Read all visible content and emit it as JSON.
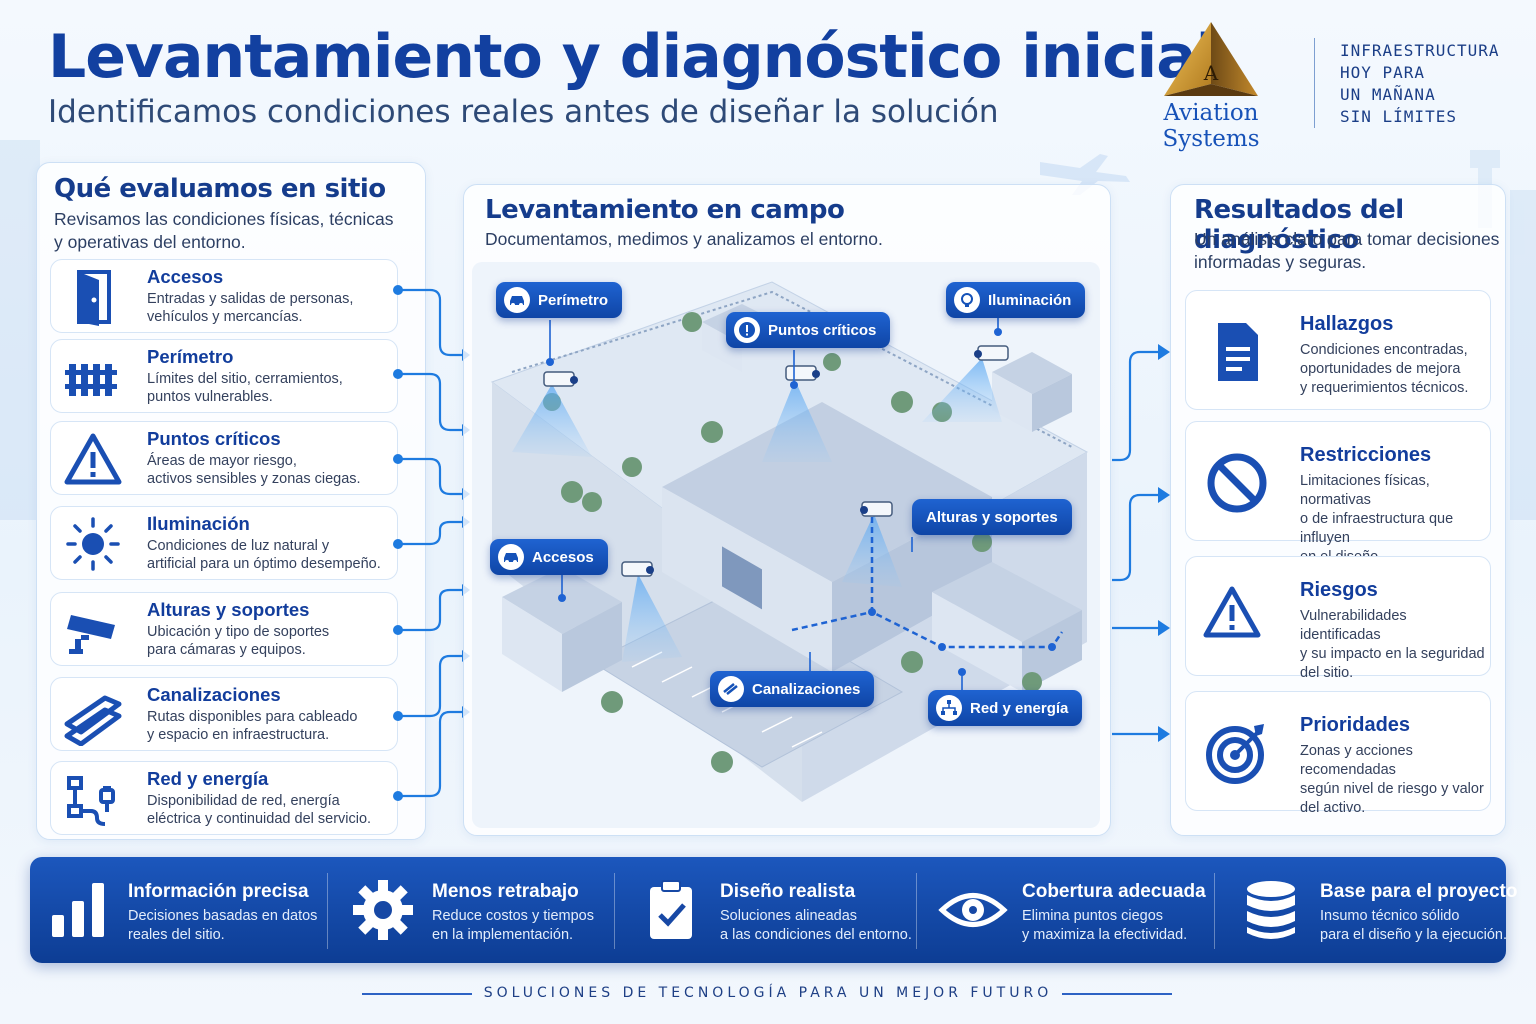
{
  "header": {
    "title": "Levantamiento y diagnóstico inicial",
    "subtitle": "Identificamos condiciones reales antes de diseñar la solución"
  },
  "brand": {
    "logo_letter": "A",
    "name": "Aviation Systems",
    "tagline": [
      "INFRAESTRUCTURA",
      "HOY PARA",
      "UN MAÑANA",
      "SIN LÍMITES"
    ]
  },
  "left_panel": {
    "title": "Qué evaluamos en sitio",
    "subtitle_lines": [
      "Revisamos las condiciones físicas, técnicas",
      "y operativas del entorno."
    ],
    "items": [
      {
        "title": "Accesos",
        "desc": [
          "Entradas y salidas de personas,",
          "vehículos y mercancías."
        ],
        "icon": "door-icon"
      },
      {
        "title": "Perímetro",
        "desc": [
          "Límites del sitio, cerramientos,",
          "puntos vulnerables."
        ],
        "icon": "fence-icon"
      },
      {
        "title": "Puntos críticos",
        "desc": [
          "Áreas de mayor riesgo,",
          "activos sensibles y zonas ciegas."
        ],
        "icon": "warning-icon"
      },
      {
        "title": "Iluminación",
        "desc": [
          "Condiciones de luz natural y",
          "artificial para un óptimo desempeño."
        ],
        "icon": "sun-icon"
      },
      {
        "title": "Alturas y soportes",
        "desc": [
          "Ubicación y tipo de soportes",
          "para cámaras y equipos."
        ],
        "icon": "camera-icon"
      },
      {
        "title": "Canalizaciones",
        "desc": [
          "Rutas disponibles para cableado",
          "y espacio en infraestructura."
        ],
        "icon": "conduit-icon"
      },
      {
        "title": "Red y energía",
        "desc": [
          "Disponibilidad de red, energía",
          "eléctrica y continuidad del servicio."
        ],
        "icon": "network-plug-icon"
      }
    ]
  },
  "center_panel": {
    "title": "Levantamiento en campo",
    "subtitle": "Documentamos, medimos y analizamos el entorno.",
    "labels": {
      "perimetro": "Perímetro",
      "puntos": "Puntos críticos",
      "iluminacion": "Iluminación",
      "alturas": "Alturas y soportes",
      "accesos": "Accesos",
      "canalizaciones": "Canalizaciones",
      "red": "Red y energía"
    }
  },
  "right_panel": {
    "title": "Resultados del diagnóstico",
    "subtitle_lines": [
      "Un análisis claro para tomar decisiones",
      "informadas y seguras."
    ],
    "items": [
      {
        "title": "Hallazgos",
        "desc": [
          "Condiciones encontradas,",
          "oportunidades de mejora",
          "y requerimientos técnicos."
        ],
        "icon": "document-icon"
      },
      {
        "title": "Restricciones",
        "desc": [
          "Limitaciones físicas, normativas",
          "o de infraestructura que influyen",
          "en el diseño."
        ],
        "icon": "prohibited-icon"
      },
      {
        "title": "Riesgos",
        "desc": [
          "Vulnerabilidades identificadas",
          "y su impacto en la seguridad",
          "del sitio."
        ],
        "icon": "warning-icon"
      },
      {
        "title": "Prioridades",
        "desc": [
          "Zonas y acciones recomendadas",
          "según nivel de riesgo y valor",
          "del activo."
        ],
        "icon": "target-icon"
      }
    ]
  },
  "benefits": [
    {
      "title": "Información precisa",
      "desc": [
        "Decisiones basadas en datos",
        "reales del sitio."
      ],
      "icon": "bar-chart-icon"
    },
    {
      "title": "Menos retrabajo",
      "desc": [
        "Reduce costos y tiempos",
        "en la implementación."
      ],
      "icon": "gear-icon"
    },
    {
      "title": "Diseño realista",
      "desc": [
        "Soluciones alineadas",
        "a las condiciones del entorno."
      ],
      "icon": "clipboard-check-icon"
    },
    {
      "title": "Cobertura adecuada",
      "desc": [
        "Elimina puntos ciegos",
        "y maximiza la efectividad."
      ],
      "icon": "eye-icon"
    },
    {
      "title": "Base para el proyecto",
      "desc": [
        "Insumo técnico sólido",
        "para el diseño y la ejecución."
      ],
      "icon": "database-icon"
    }
  ],
  "footer": "SOLUCIONES DE TECNOLOGÍA PARA UN MEJOR FUTURO",
  "colors": {
    "primary": "#1240a0",
    "accent": "#1f63d1",
    "banner": "#0d3d94"
  }
}
